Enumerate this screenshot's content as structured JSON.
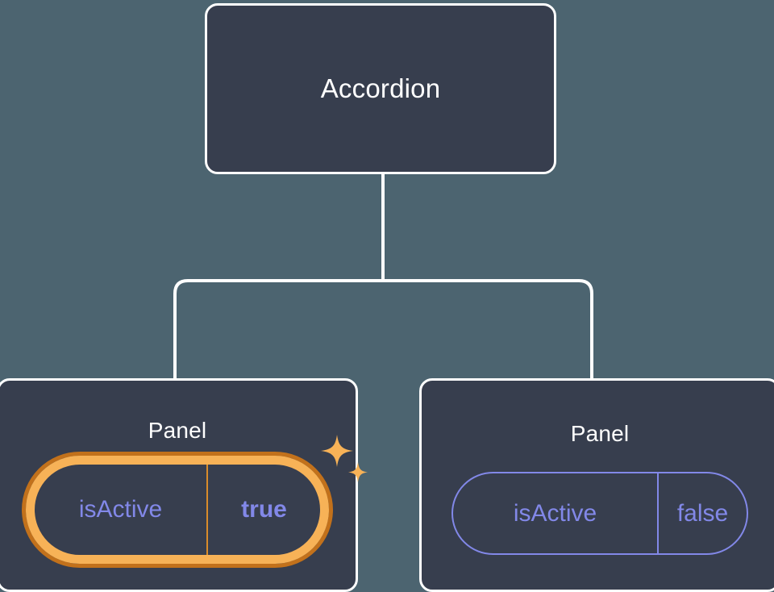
{
  "theme": {
    "page_background": "#4c6470",
    "node_fill": "#373e4e",
    "node_border": "#ffffff",
    "connector": "#ffffff",
    "pill_accent": "#8288e8",
    "highlight_inner": "#f7b257",
    "highlight_outer": "#c2711b",
    "sparkle": "#f7b257",
    "title_text": "#ffffff"
  },
  "tree": {
    "root": {
      "title": "Accordion"
    },
    "children": [
      {
        "title": "Panel",
        "highlighted": true,
        "prop": {
          "key": "isActive",
          "value": "true"
        },
        "sparkle_icons": [
          "sparkle-large-icon",
          "sparkle-small-icon"
        ]
      },
      {
        "title": "Panel",
        "highlighted": false,
        "prop": {
          "key": "isActive",
          "value": "false"
        }
      }
    ]
  }
}
